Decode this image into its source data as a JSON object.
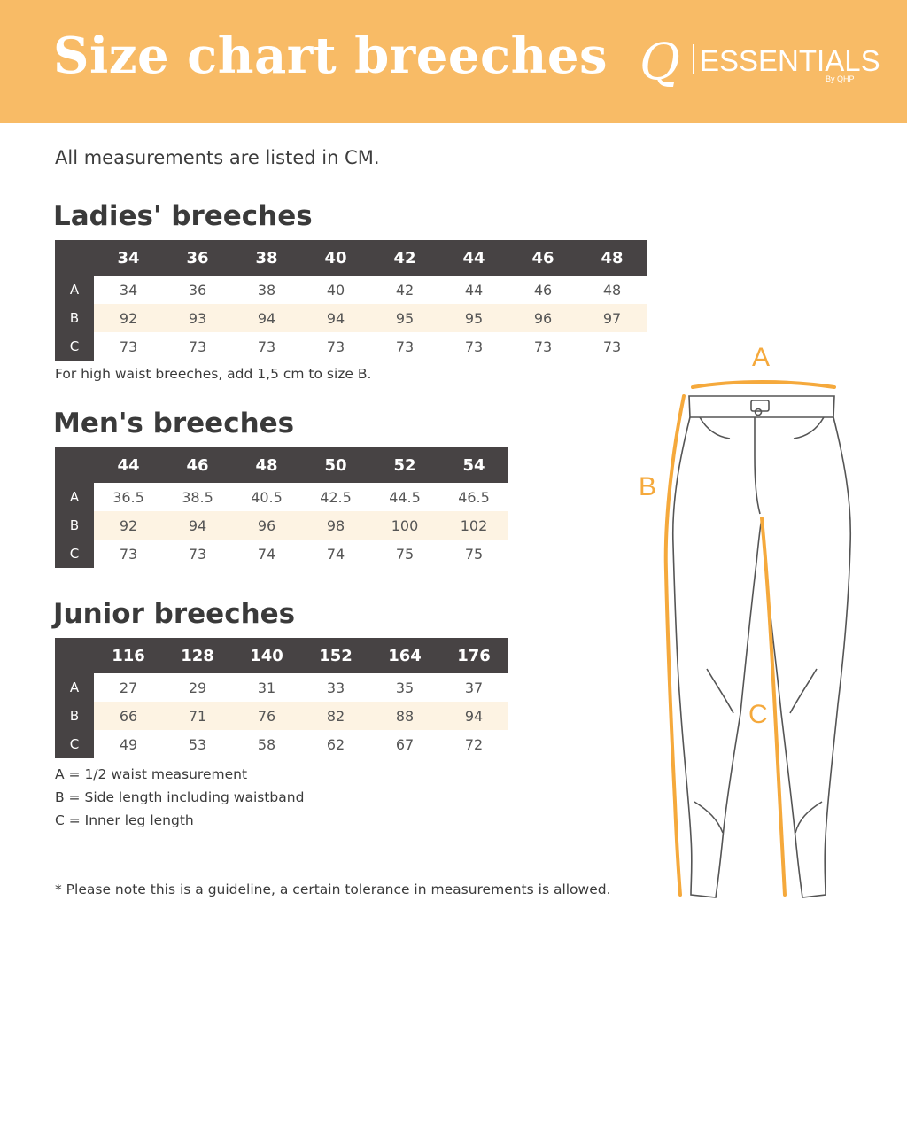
{
  "header": {
    "title": "Size chart breeches",
    "logo_text": "Q|ESSENTIALS By QHP"
  },
  "intro": "All measurements are listed in CM.",
  "ladies": {
    "title": "Ladies' breeches",
    "sizes": [
      "34",
      "36",
      "38",
      "40",
      "42",
      "44",
      "46",
      "48"
    ],
    "rows": [
      {
        "label": "A",
        "values": [
          "34",
          "36",
          "38",
          "40",
          "42",
          "44",
          "46",
          "48"
        ]
      },
      {
        "label": "B",
        "values": [
          "92",
          "93",
          "94",
          "94",
          "95",
          "95",
          "96",
          "97"
        ]
      },
      {
        "label": "C",
        "values": [
          "73",
          "73",
          "73",
          "73",
          "73",
          "73",
          "73",
          "73"
        ]
      }
    ],
    "note": "For high waist breeches, add 1,5 cm to size B."
  },
  "men": {
    "title": "Men's breeches",
    "sizes": [
      "44",
      "46",
      "48",
      "50",
      "52",
      "54"
    ],
    "rows": [
      {
        "label": "A",
        "values": [
          "36.5",
          "38.5",
          "40.5",
          "42.5",
          "44.5",
          "46.5"
        ]
      },
      {
        "label": "B",
        "values": [
          "92",
          "94",
          "96",
          "98",
          "100",
          "102"
        ]
      },
      {
        "label": "C",
        "values": [
          "73",
          "73",
          "74",
          "74",
          "75",
          "75"
        ]
      }
    ]
  },
  "junior": {
    "title": "Junior breeches",
    "sizes": [
      "116",
      "128",
      "140",
      "152",
      "164",
      "176"
    ],
    "rows": [
      {
        "label": "A",
        "values": [
          "27",
          "29",
          "31",
          "33",
          "35",
          "37"
        ]
      },
      {
        "label": "B",
        "values": [
          "66",
          "71",
          "76",
          "82",
          "88",
          "94"
        ]
      },
      {
        "label": "C",
        "values": [
          "49",
          "53",
          "58",
          "62",
          "67",
          "72"
        ]
      }
    ]
  },
  "legend": [
    "A = 1/2 waist measurement",
    "B = Side length including waistband",
    "C = Inner leg length"
  ],
  "footnote": "* Please note this is a guideline, a certain tolerance in measurements is allowed.",
  "diagram": {
    "label_a": "A",
    "label_b": "B",
    "label_c": "C",
    "accent": "#f5a93c"
  },
  "colors": {
    "header_bg": "#f8bb66",
    "table_head": "#474344",
    "row_alt": "#fdf3e3"
  }
}
